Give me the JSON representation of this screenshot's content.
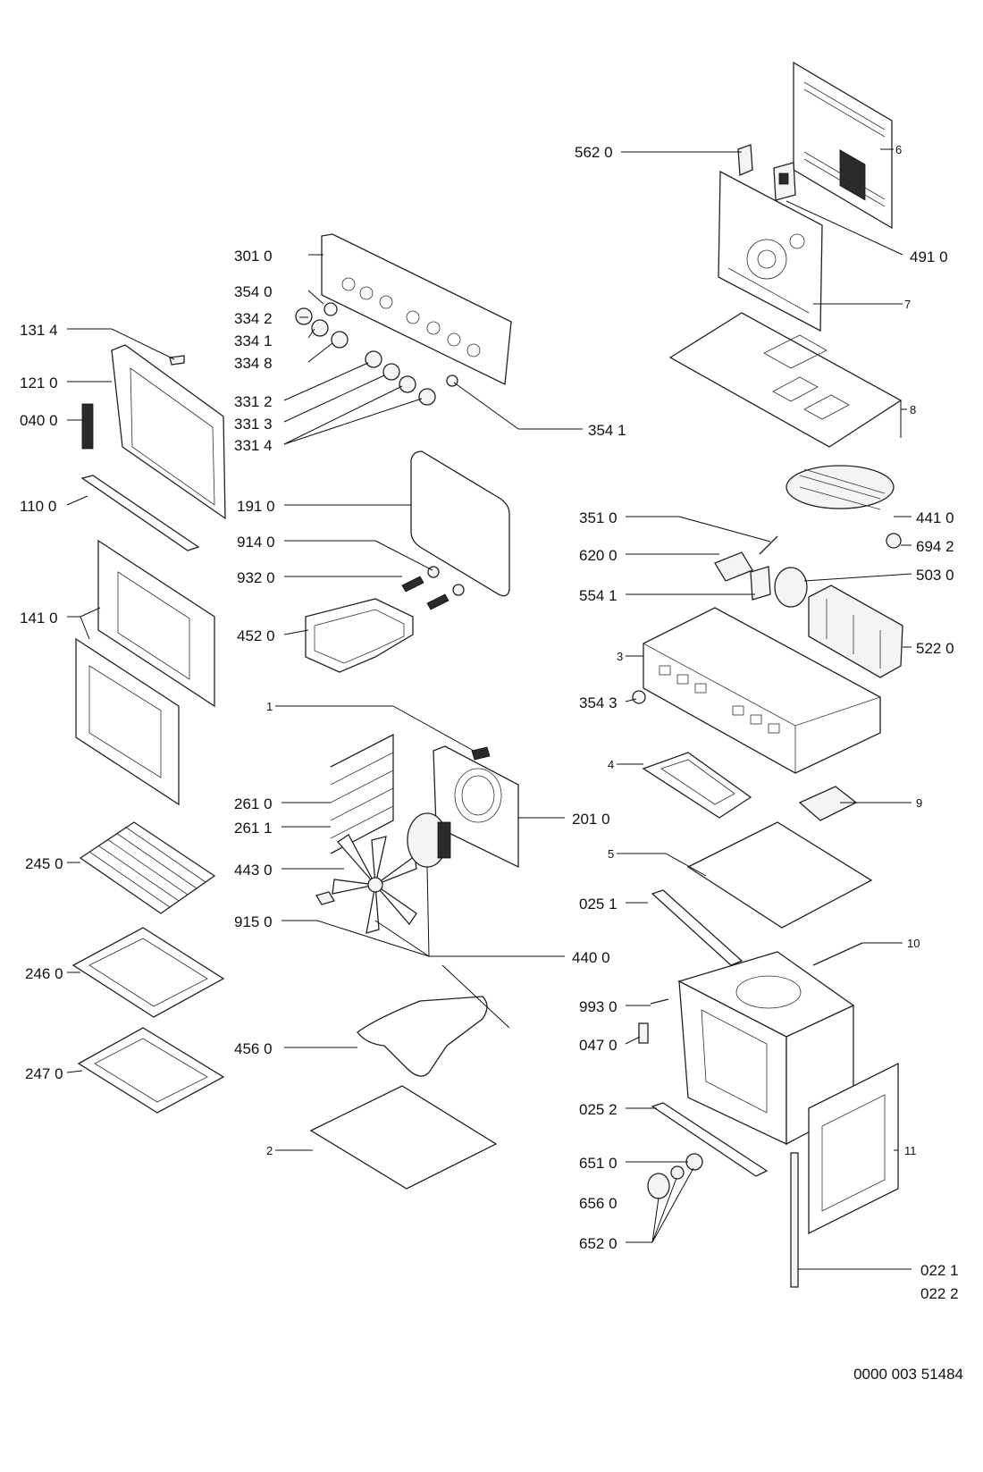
{
  "labels": {
    "l5620": "562 0",
    "l6": "6",
    "l4910": "491 0",
    "l7": "7",
    "l8": "8",
    "l3010": "301 0",
    "l3540": "354 0",
    "l3342": "334 2",
    "l3341": "334 1",
    "l3348": "334 8",
    "l3312": "331 2",
    "l3313": "331 3",
    "l3314": "331 4",
    "l3541": "354 1",
    "l1314": "131 4",
    "l1210": "121 0",
    "l0400": "040 0",
    "l1100": "110 0",
    "l1410": "141 0",
    "l1910": "191 0",
    "l9140": "914 0",
    "l9320": "932 0",
    "l4520": "452 0",
    "l4410": "441 0",
    "l6942": "694 2",
    "l3510": "351 0",
    "l6200": "620 0",
    "l5030": "503 0",
    "l5541": "554 1",
    "l5220": "522 0",
    "l3": "3",
    "l3543": "354 3",
    "l1": "1",
    "l4": "4",
    "l2610": "261 0",
    "l2611": "261 1",
    "l2010": "201 0",
    "l9": "9",
    "l2450": "245 0",
    "l4430": "443 0",
    "l5": "5",
    "l9150": "915 0",
    "l0251": "025 1",
    "l4400": "440 0",
    "l10": "10",
    "l2460": "246 0",
    "l9930": "993 0",
    "l0470": "047 0",
    "l2470": "247 0",
    "l4560": "456 0",
    "l0252": "025 2",
    "l2": "2",
    "l11": "11",
    "l6510": "651 0",
    "l6560": "656 0",
    "l6520": "652 0",
    "l0221": "022 1",
    "l0222": "022 2"
  },
  "document_number": "0000 003 51484"
}
